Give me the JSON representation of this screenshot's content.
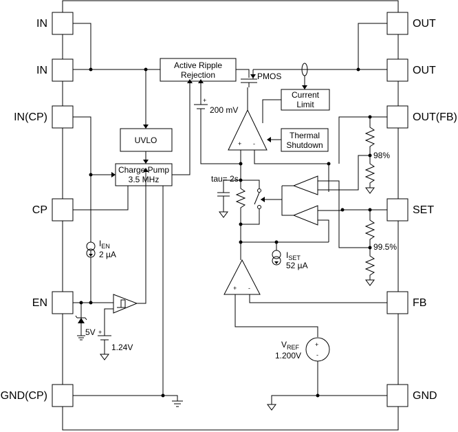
{
  "pins": {
    "in1": "IN",
    "in2": "IN",
    "in_cp": "IN(CP)",
    "cp": "CP",
    "en": "EN",
    "gnd_cp": "GND(CP)",
    "out1": "OUT",
    "out2": "OUT",
    "out_fb": "OUT(FB)",
    "set": "SET",
    "fb": "FB",
    "gnd": "GND"
  },
  "blocks": {
    "arr_line1": "Active Ripple",
    "arr_line2": "Rejection",
    "uvlo": "UVLO",
    "cp_line1": "Charge Pump",
    "cp_line2": "3.5 MHz",
    "cl_line1": "Current",
    "cl_line2": "Limit",
    "ts_line1": "Thermal",
    "ts_line2": "Shutdown"
  },
  "annotations": {
    "pmos": "PMOS",
    "v200": "200 mV",
    "tau": "tau= 2s",
    "pct98": "98%",
    "pct995": "99.5%",
    "ien_main": "I",
    "ien_sub": "EN",
    "ien_value": "2 µA",
    "iset_main": "I",
    "iset_sub": "SET",
    "iset_value": "52 µA",
    "vref_main": "V",
    "vref_sub": "REF",
    "vref_value": "1.200V",
    "v5": "5V",
    "v124": "1.24V"
  },
  "symbols": {
    "plus": "+",
    "minus": "-"
  }
}
